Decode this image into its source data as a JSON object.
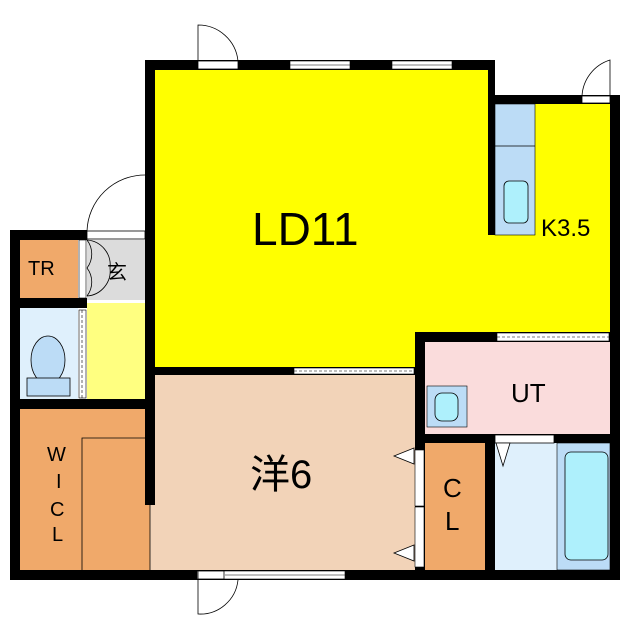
{
  "floor_plan": {
    "rooms": [
      {
        "id": "ld",
        "label": "LD11",
        "color": "#ffff00"
      },
      {
        "id": "kitchen",
        "label": "K3.5",
        "color": "#ffff00"
      },
      {
        "id": "western_room",
        "label": "洋6",
        "color": "#f2d3b8"
      },
      {
        "id": "utility",
        "label": "UT",
        "color": "#fadcdc"
      },
      {
        "id": "closet",
        "label": "CL",
        "label_lines": [
          "C",
          "L"
        ],
        "color": "#f0a96a"
      },
      {
        "id": "walk_in_closet",
        "label": "WIC L",
        "label_lines": [
          "W",
          "I",
          "C",
          "L"
        ],
        "color": "#f0a96a"
      },
      {
        "id": "trunk_room",
        "label": "TR",
        "color": "#f0a96a"
      },
      {
        "id": "entrance",
        "label": "玄",
        "color": "#dcdcdc"
      },
      {
        "id": "hallway",
        "label": "",
        "color": "#ffff80"
      },
      {
        "id": "toilet",
        "label": "",
        "color": "#dff0fc"
      },
      {
        "id": "bathroom",
        "label": "",
        "color": "#dff0fc"
      }
    ],
    "colors": {
      "wall": "#000000",
      "fixture": "#bcdcf6",
      "fixture_inner": "#aef0fc",
      "background": "#ffffff"
    }
  }
}
